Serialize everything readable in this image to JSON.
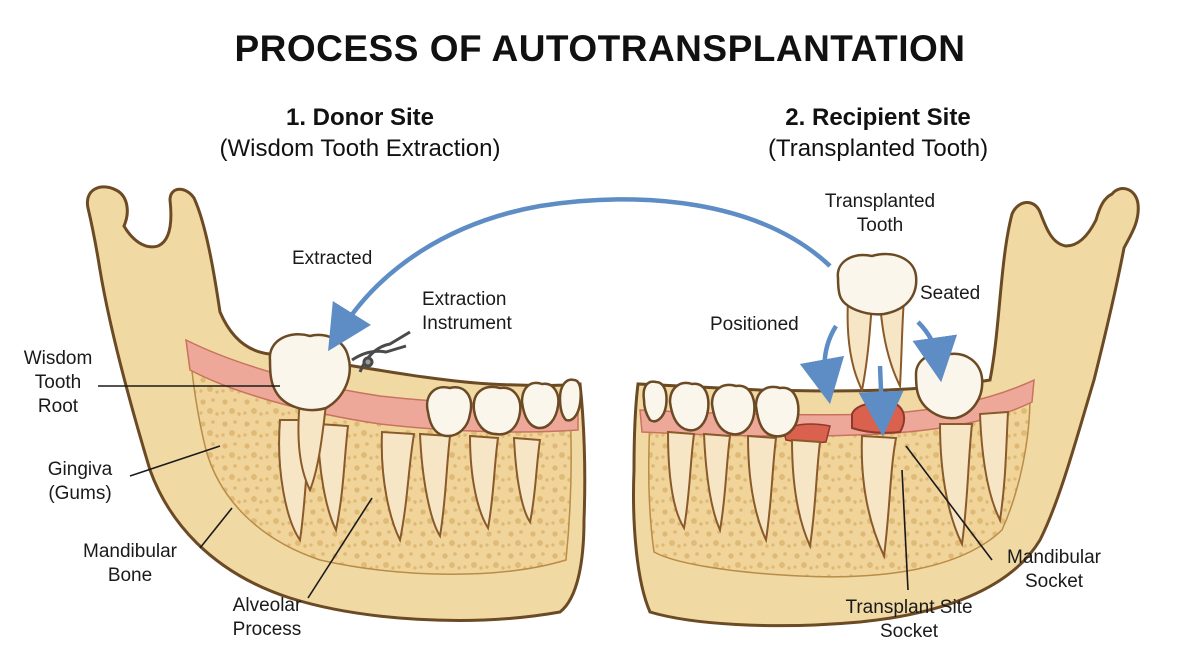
{
  "title": "PROCESS OF AUTOTRANSPLANTATION",
  "donor": {
    "heading": "1. Donor Site",
    "subheading": "(Wisdom Tooth Extraction)"
  },
  "recipient": {
    "heading": "2. Recipient Site",
    "subheading": "(Transplanted Tooth)"
  },
  "labels": {
    "extracted": "Extracted",
    "extraction_instrument": [
      "Extraction",
      "Instrument"
    ],
    "wisdom_tooth_root": [
      "Wisdom",
      "Tooth",
      "Root"
    ],
    "gingiva": [
      "Gingiva",
      "(Gums)"
    ],
    "mandibular_bone": [
      "Mandibular",
      "Bone"
    ],
    "alveolar_process": [
      "Alveolar",
      "Process"
    ],
    "transplanted_tooth": [
      "Transplanted",
      "Tooth"
    ],
    "seated": "Seated",
    "positioned": "Positioned",
    "mandibular_socket": [
      "Mandibular",
      "Socket"
    ],
    "transplant_site_socket": [
      "Transplant Site",
      "Socket"
    ]
  },
  "colors": {
    "bone": "#f1d9a4",
    "bone_outline": "#6b4a24",
    "gum": "#eea89a",
    "tooth": "#fbf6ec",
    "arrow": "#5d8dc4",
    "cancellous": "#e7c887"
  }
}
